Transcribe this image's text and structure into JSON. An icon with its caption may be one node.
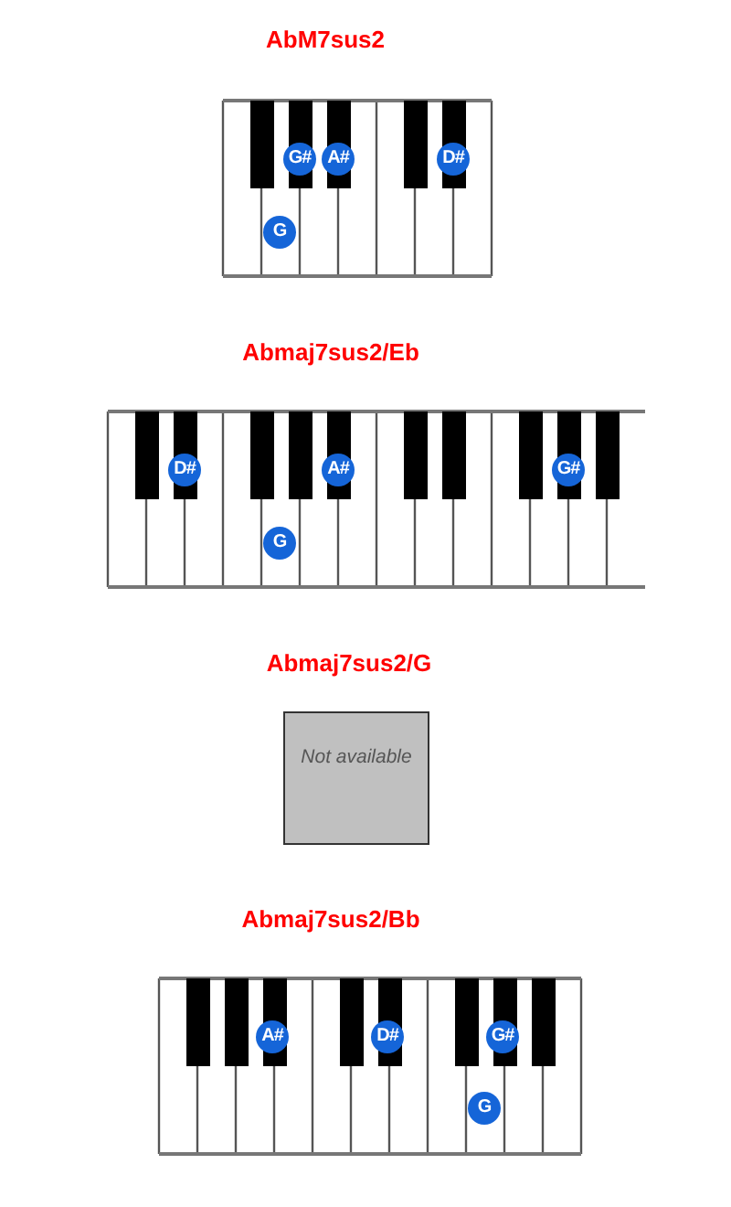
{
  "diagram": {
    "labels": [
      "AbM7sus2",
      "G#",
      "A#",
      "D#",
      "G",
      "Abmaj7sus2/Eb",
      "D#",
      "A#",
      "G#",
      "G",
      "Abmaj7sus2/G",
      "Not available",
      "Abmaj7sus2/Bb",
      "A#",
      "D#",
      "G#",
      "G"
    ]
  }
}
